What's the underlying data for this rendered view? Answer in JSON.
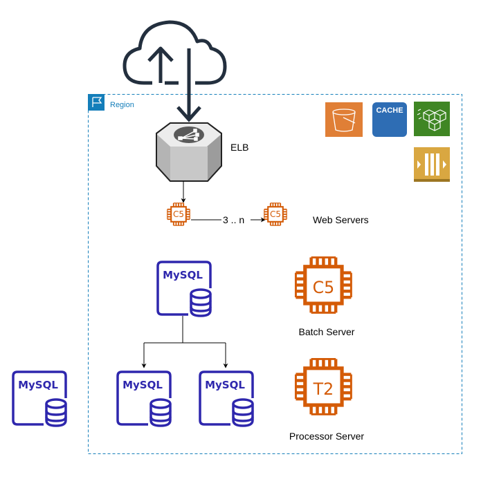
{
  "diagram": {
    "region": {
      "label": "Region",
      "icon": "flag-icon",
      "border_color": "#147eba"
    },
    "internet": {
      "icon": "cloud-upload-icon",
      "color": "#232f3e"
    },
    "load_balancer": {
      "label": "ELB",
      "icon": "elb-icon"
    },
    "services": [
      {
        "name": "s3",
        "icon": "s3-bucket-icon",
        "color": "#e07f36"
      },
      {
        "name": "elasticache",
        "icon": "cache-icon",
        "label": "CACHE",
        "color": "#2e6db4"
      },
      {
        "name": "container-service",
        "icon": "containers-icon",
        "color": "#3f8624"
      },
      {
        "name": "queue",
        "icon": "queue-icon",
        "color": "#d9a741"
      }
    ],
    "web_servers": {
      "label": "Web Servers",
      "instance_type": "C5",
      "connector_label": "3 .. n"
    },
    "batch_server": {
      "label": "Batch Server",
      "instance_type": "C5"
    },
    "processor_server": {
      "label": "Processor Server",
      "instance_type": "T2"
    },
    "databases": {
      "primary": {
        "label": "MySQL"
      },
      "replicas": [
        {
          "label": "MySQL"
        },
        {
          "label": "MySQL"
        }
      ],
      "external": {
        "label": "MySQL"
      }
    },
    "colors": {
      "ec2": "#d45b07",
      "rds": "#2e27ad",
      "edge": "#000000"
    }
  }
}
